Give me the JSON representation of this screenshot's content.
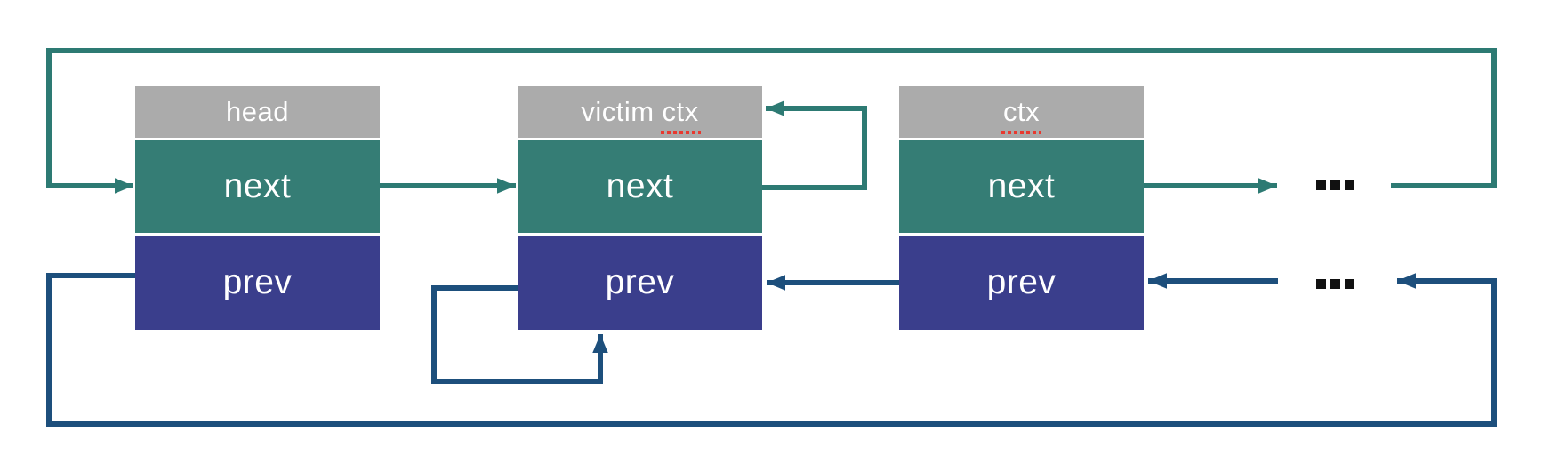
{
  "diagram": {
    "type": "doubly-linked-list-unlink",
    "nodes": [
      {
        "title_plain": "head",
        "title_marked": "",
        "next_label": "next",
        "prev_label": "prev"
      },
      {
        "title_plain": "victim",
        "title_marked": "ctx",
        "next_label": "next",
        "prev_label": "prev"
      },
      {
        "title_plain": "",
        "title_marked": "ctx",
        "next_label": "next",
        "prev_label": "prev"
      }
    ],
    "ellipsis_top": "...",
    "ellipsis_bottom": "...",
    "colors": {
      "node_header_bg": "#ababab",
      "next_cell_bg": "#357d75",
      "prev_cell_bg": "#3a3e8c",
      "next_arrow": "#2d7a73",
      "prev_arrow": "#1d4f7c",
      "misspelling_underline": "#e8392f",
      "label_text": "#ffffff",
      "ellipsis_color": "#111111"
    }
  }
}
